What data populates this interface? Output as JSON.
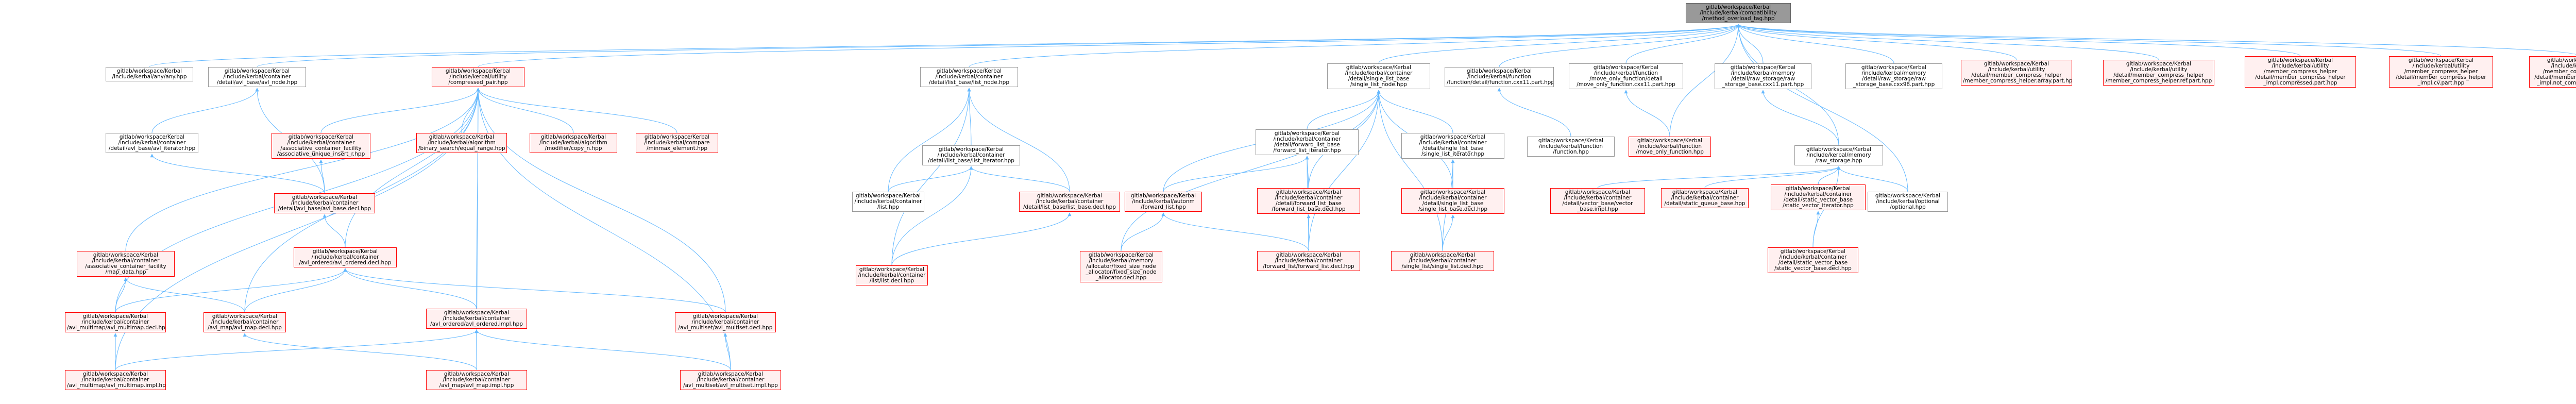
{
  "colors": {
    "edge": "#63b8ff",
    "border": "#999999",
    "border_red": "#ff0000",
    "fill_red": "#fff0f0",
    "root_fill": "#999999"
  },
  "nodes": [
    {
      "id": "root",
      "style": "root",
      "lines": [
        "gitlab/workspace/Kerbal",
        "/include/kerbal/compatibility",
        "/method_overload_tag.hpp"
      ]
    },
    {
      "id": "n1",
      "style": "plain",
      "lines": [
        "gitlab/workspace/Kerbal",
        "/include/kerbal/any/any.hpp"
      ]
    },
    {
      "id": "n2",
      "style": "plain",
      "lines": [
        "gitlab/workspace/Kerbal",
        "/include/kerbal/container",
        "/detail/avl_base/avl_node.hpp"
      ]
    },
    {
      "id": "n3",
      "style": "red",
      "lines": [
        "gitlab/workspace/Kerbal",
        "/include/kerbal/utility",
        "/compressed_pair.hpp"
      ]
    },
    {
      "id": "n4",
      "style": "plain",
      "lines": [
        "gitlab/workspace/Kerbal",
        "/include/kerbal/container",
        "/detail/list_base/list_node.hpp"
      ]
    },
    {
      "id": "n5",
      "style": "plain",
      "lines": [
        "gitlab/workspace/Kerbal",
        "/include/kerbal/container",
        "/detail/single_list_base",
        "/single_list_node.hpp"
      ]
    },
    {
      "id": "n6",
      "style": "plain",
      "lines": [
        "gitlab/workspace/Kerbal",
        "/include/kerbal/function",
        "/function/detail/function.cxx11.part.hpp"
      ]
    },
    {
      "id": "n7",
      "style": "plain",
      "lines": [
        "gitlab/workspace/Kerbal",
        "/include/kerbal/function",
        "/move_only_function/detail",
        "/move_only_function.cxx11.part.hpp"
      ]
    },
    {
      "id": "n8",
      "style": "plain",
      "lines": [
        "gitlab/workspace/Kerbal",
        "/include/kerbal/memory",
        "/detail/raw_storage/raw",
        "_storage_base.cxx11.part.hpp"
      ]
    },
    {
      "id": "n9",
      "style": "plain",
      "lines": [
        "gitlab/workspace/Kerbal",
        "/include/kerbal/memory",
        "/detail/raw_storage/raw",
        "_storage_base.cxx98.part.hpp"
      ]
    },
    {
      "id": "n10",
      "style": "red",
      "lines": [
        "gitlab/workspace/Kerbal",
        "/include/kerbal/utility",
        "/detail/member_compress_helper",
        "/member_compress_helper.array.part.hpp"
      ]
    },
    {
      "id": "n11",
      "style": "red",
      "lines": [
        "gitlab/workspace/Kerbal",
        "/include/kerbal/utility",
        "/detail/member_compress_helper",
        "/member_compress_helper.ref.part.hpp"
      ]
    },
    {
      "id": "n12",
      "style": "red",
      "lines": [
        "gitlab/workspace/Kerbal",
        "/include/kerbal/utility",
        "/member_compress_helper",
        "/detail/member_compress_helper",
        "_impl.compressed.part.hpp"
      ]
    },
    {
      "id": "n13",
      "style": "red",
      "lines": [
        "gitlab/workspace/Kerbal",
        "/include/kerbal/utility",
        "/member_compress_helper",
        "/detail/member_compress_helper",
        "_impl.cv.part.hpp"
      ]
    },
    {
      "id": "n14",
      "style": "red",
      "lines": [
        "gitlab/workspace/Kerbal",
        "/include/kerbal/utility",
        "/member_compress_helper",
        "/detail/member_compress_helper",
        "_impl.not_compressed.part.hpp"
      ]
    },
    {
      "id": "n15",
      "style": "plain",
      "lines": [
        "gitlab/workspace/Kerbal",
        "/include/kerbal/container",
        "/detail/avl_base/avl_iterator.hpp"
      ]
    },
    {
      "id": "n16",
      "style": "red",
      "lines": [
        "gitlab/workspace/Kerbal",
        "/include/kerbal/container",
        "/associative_container_facility",
        "/associative_unique_insert_r.hpp"
      ]
    },
    {
      "id": "n17",
      "style": "red",
      "lines": [
        "gitlab/workspace/Kerbal",
        "/include/kerbal/algorithm",
        "/binary_search/equal_range.hpp"
      ]
    },
    {
      "id": "n18",
      "style": "red",
      "lines": [
        "gitlab/workspace/Kerbal",
        "/include/kerbal/algorithm",
        "/modifier/copy_n.hpp"
      ]
    },
    {
      "id": "n19",
      "style": "red",
      "lines": [
        "gitlab/workspace/Kerbal",
        "/include/kerbal/compare",
        "/minmax_element.hpp"
      ]
    },
    {
      "id": "n20",
      "style": "plain",
      "lines": [
        "gitlab/workspace/Kerbal",
        "/include/kerbal/container",
        "/detail/list_base/list_iterator.hpp"
      ]
    },
    {
      "id": "n21",
      "style": "plain",
      "lines": [
        "gitlab/workspace/Kerbal",
        "/include/kerbal/container",
        "/detail/forward_list_base",
        "/forward_list_iterator.hpp"
      ]
    },
    {
      "id": "n22",
      "style": "plain",
      "lines": [
        "gitlab/workspace/Kerbal",
        "/include/kerbal/container",
        "/detail/single_list_base",
        "/single_list_iterator.hpp"
      ]
    },
    {
      "id": "n23",
      "style": "plain",
      "lines": [
        "gitlab/workspace/Kerbal",
        "/include/kerbal/function",
        "/function.hpp"
      ]
    },
    {
      "id": "n24",
      "style": "red",
      "lines": [
        "gitlab/workspace/Kerbal",
        "/include/kerbal/function",
        "/move_only_function.hpp"
      ]
    },
    {
      "id": "n25",
      "style": "plain",
      "lines": [
        "gitlab/workspace/Kerbal",
        "/include/kerbal/memory",
        "/raw_storage.hpp"
      ]
    },
    {
      "id": "n26",
      "style": "red",
      "lines": [
        "gitlab/workspace/Kerbal",
        "/include/kerbal/container",
        "/detail/avl_base/avl_base.decl.hpp"
      ]
    },
    {
      "id": "n27",
      "style": "plain",
      "lines": [
        "gitlab/workspace/Kerbal",
        "/include/kerbal/container",
        "/list.hpp"
      ]
    },
    {
      "id": "n28",
      "style": "red",
      "lines": [
        "gitlab/workspace/Kerbal",
        "/include/kerbal/container",
        "/detail/list_base/list_base.decl.hpp"
      ]
    },
    {
      "id": "n29",
      "style": "red",
      "lines": [
        "gitlab/workspace/Kerbal",
        "/include/kerbal/autonm",
        "/forward_list.hpp"
      ]
    },
    {
      "id": "n30",
      "style": "red",
      "lines": [
        "gitlab/workspace/Kerbal",
        "/include/kerbal/container",
        "/detail/forward_list_base",
        "/forward_list_base.decl.hpp"
      ]
    },
    {
      "id": "n31",
      "style": "red",
      "lines": [
        "gitlab/workspace/Kerbal",
        "/include/kerbal/container",
        "/detail/single_list_base",
        "/single_list_base.decl.hpp"
      ]
    },
    {
      "id": "n32",
      "style": "red",
      "lines": [
        "gitlab/workspace/Kerbal",
        "/include/kerbal/container",
        "/detail/vector_base/vector",
        "_base.impl.hpp"
      ]
    },
    {
      "id": "n33",
      "style": "red",
      "lines": [
        "gitlab/workspace/Kerbal",
        "/include/kerbal/container",
        "/detail/static_queue_base.hpp"
      ]
    },
    {
      "id": "n34",
      "style": "red",
      "lines": [
        "gitlab/workspace/Kerbal",
        "/include/kerbal/container",
        "/detail/static_vector_base",
        "/static_vector_iterator.hpp"
      ]
    },
    {
      "id": "n35",
      "style": "plain",
      "lines": [
        "gitlab/workspace/Kerbal",
        "/include/kerbal/optional",
        "/optional.hpp"
      ]
    },
    {
      "id": "n36",
      "style": "red",
      "lines": [
        "gitlab/workspace/Kerbal",
        "/include/kerbal/container",
        "/associative_container_facility",
        "/map_data.hpp"
      ]
    },
    {
      "id": "n37",
      "style": "red",
      "lines": [
        "gitlab/workspace/Kerbal",
        "/include/kerbal/container",
        "/avl_ordered/avl_ordered.decl.hpp"
      ]
    },
    {
      "id": "n38",
      "style": "red",
      "lines": [
        "gitlab/workspace/Kerbal",
        "/include/kerbal/container",
        "/list/list.decl.hpp"
      ]
    },
    {
      "id": "n39",
      "style": "red",
      "lines": [
        "gitlab/workspace/Kerbal",
        "/include/kerbal/memory",
        "/allocator/fixed_size_node",
        "_allocator/fixed_size_node",
        "_allocator.decl.hpp"
      ]
    },
    {
      "id": "n40",
      "style": "red",
      "lines": [
        "gitlab/workspace/Kerbal",
        "/include/kerbal/container",
        "/forward_list/forward_list.decl.hpp"
      ]
    },
    {
      "id": "n41",
      "style": "red",
      "lines": [
        "gitlab/workspace/Kerbal",
        "/include/kerbal/container",
        "/single_list/single_list.decl.hpp"
      ]
    },
    {
      "id": "n42",
      "style": "red",
      "lines": [
        "gitlab/workspace/Kerbal",
        "/include/kerbal/container",
        "/detail/static_vector_base",
        "/static_vector_base.decl.hpp"
      ]
    },
    {
      "id": "n43",
      "style": "red",
      "lines": [
        "gitlab/workspace/Kerbal",
        "/include/kerbal/container",
        "/avl_multimap/avl_multimap.decl.hpp"
      ]
    },
    {
      "id": "n44",
      "style": "red",
      "lines": [
        "gitlab/workspace/Kerbal",
        "/include/kerbal/container",
        "/avl_map/avl_map.decl.hpp"
      ]
    },
    {
      "id": "n45",
      "style": "red",
      "lines": [
        "gitlab/workspace/Kerbal",
        "/include/kerbal/container",
        "/avl_ordered/avl_ordered.impl.hpp"
      ]
    },
    {
      "id": "n46",
      "style": "red",
      "lines": [
        "gitlab/workspace/Kerbal",
        "/include/kerbal/container",
        "/avl_multiset/avl_multiset.decl.hpp"
      ]
    },
    {
      "id": "n47",
      "style": "red",
      "lines": [
        "gitlab/workspace/Kerbal",
        "/include/kerbal/container",
        "/avl_multimap/avl_multimap.impl.hpp"
      ]
    },
    {
      "id": "n48",
      "style": "red",
      "lines": [
        "gitlab/workspace/Kerbal",
        "/include/kerbal/container",
        "/avl_map/avl_map.impl.hpp"
      ]
    },
    {
      "id": "n49",
      "style": "red",
      "lines": [
        "gitlab/workspace/Kerbal",
        "/include/kerbal/container",
        "/avl_multiset/avl_multiset.impl.hpp"
      ]
    }
  ],
  "edges": [
    [
      "n1",
      "root"
    ],
    [
      "n2",
      "root"
    ],
    [
      "n3",
      "root"
    ],
    [
      "n4",
      "root"
    ],
    [
      "n5",
      "root"
    ],
    [
      "n6",
      "root"
    ],
    [
      "n7",
      "root"
    ],
    [
      "n8",
      "root"
    ],
    [
      "n9",
      "root"
    ],
    [
      "n10",
      "root"
    ],
    [
      "n11",
      "root"
    ],
    [
      "n12",
      "root"
    ],
    [
      "n13",
      "root"
    ],
    [
      "n14",
      "root"
    ],
    [
      "n35",
      "root"
    ],
    [
      "n25",
      "root"
    ],
    [
      "n24",
      "root"
    ],
    [
      "n15",
      "n2"
    ],
    [
      "n26",
      "n2"
    ],
    [
      "n26",
      "n15"
    ],
    [
      "n26",
      "n16"
    ],
    [
      "n16",
      "n3"
    ],
    [
      "n17",
      "n3"
    ],
    [
      "n18",
      "n3"
    ],
    [
      "n19",
      "n3"
    ],
    [
      "n36",
      "n3"
    ],
    [
      "n37",
      "n3"
    ],
    [
      "n43",
      "n3"
    ],
    [
      "n44",
      "n3"
    ],
    [
      "n45",
      "n3"
    ],
    [
      "n46",
      "n3"
    ],
    [
      "n47",
      "n3"
    ],
    [
      "n48",
      "n3"
    ],
    [
      "n49",
      "n3"
    ],
    [
      "n37",
      "n26"
    ],
    [
      "n43",
      "n37"
    ],
    [
      "n44",
      "n37"
    ],
    [
      "n45",
      "n37"
    ],
    [
      "n46",
      "n37"
    ],
    [
      "n43",
      "n36"
    ],
    [
      "n44",
      "n36"
    ],
    [
      "n47",
      "n43"
    ],
    [
      "n48",
      "n44"
    ],
    [
      "n48",
      "n45"
    ],
    [
      "n49",
      "n45"
    ],
    [
      "n49",
      "n46"
    ],
    [
      "n47",
      "n45"
    ],
    [
      "n20",
      "n4"
    ],
    [
      "n28",
      "n4"
    ],
    [
      "n27",
      "n4"
    ],
    [
      "n38",
      "n4"
    ],
    [
      "n27",
      "n20"
    ],
    [
      "n28",
      "n20"
    ],
    [
      "n38",
      "n20"
    ],
    [
      "n38",
      "n28"
    ],
    [
      "n21",
      "n5"
    ],
    [
      "n22",
      "n5"
    ],
    [
      "n29",
      "n5"
    ],
    [
      "n30",
      "n5"
    ],
    [
      "n31",
      "n5"
    ],
    [
      "n40",
      "n5"
    ],
    [
      "n41",
      "n5"
    ],
    [
      "n39",
      "n5"
    ],
    [
      "n29",
      "n21"
    ],
    [
      "n30",
      "n21"
    ],
    [
      "n40",
      "n21"
    ],
    [
      "n31",
      "n22"
    ],
    [
      "n41",
      "n22"
    ],
    [
      "n40",
      "n30"
    ],
    [
      "n41",
      "n31"
    ],
    [
      "n39",
      "n29"
    ],
    [
      "n40",
      "n29"
    ],
    [
      "n23",
      "n6"
    ],
    [
      "n24",
      "n7"
    ],
    [
      "n25",
      "n8"
    ],
    [
      "n32",
      "n25"
    ],
    [
      "n33",
      "n25"
    ],
    [
      "n34",
      "n25"
    ],
    [
      "n35",
      "n25"
    ],
    [
      "n42",
      "n25"
    ],
    [
      "n42",
      "n34"
    ]
  ]
}
